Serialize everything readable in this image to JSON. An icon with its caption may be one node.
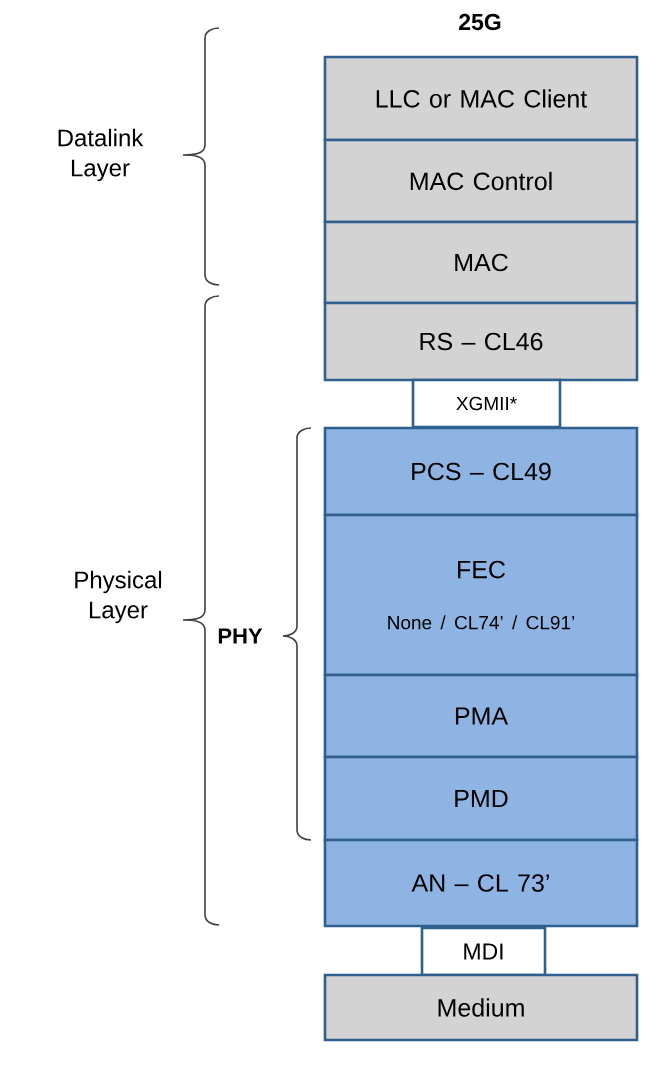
{
  "diagram": {
    "nodes": [
      {
        "text": [
          "LLC or MAC Client"
        ]
      },
      {
        "text": [
          "MAC Control"
        ]
      },
      {
        "text": [
          "MAC"
        ]
      },
      {
        "text": [
          "RS – CL46"
        ]
      },
      {
        "text": [
          "XGMII*"
        ]
      },
      {
        "text": [
          "PCS – CL49"
        ]
      },
      {
        "text": [
          "FEC",
          "None / CL74’ / CL91’"
        ]
      },
      {
        "text": [
          "PMA"
        ]
      },
      {
        "text": [
          "PMD"
        ]
      },
      {
        "text": [
          "AN – CL 73’"
        ]
      },
      {
        "text": [
          "MDI"
        ]
      },
      {
        "text": [
          "Medium"
        ]
      }
    ],
    "labels": [
      "25G",
      "Datalink Layer",
      "Physical Layer",
      "PHY"
    ]
  }
}
